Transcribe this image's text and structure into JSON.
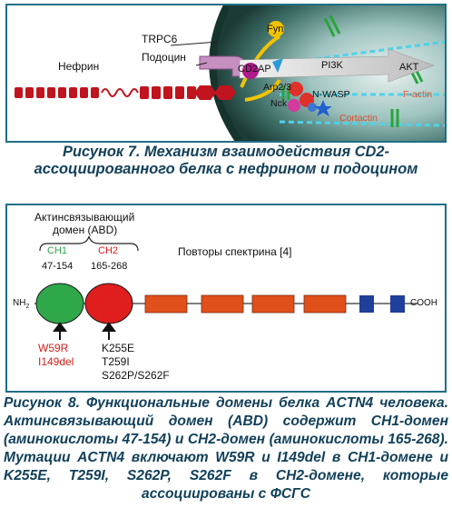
{
  "figure7": {
    "labels": {
      "trpc6": "TRPC6",
      "podocin": "Подоцин",
      "nephrin": "Нефрин",
      "fyn": "Fyn",
      "cd2ap": "CD2AP",
      "pi3k": "PI3K",
      "akt": "AKT",
      "arp23": "Arp2/3",
      "nck": "Nck",
      "nwasp": "N-WASP",
      "factin": "F-actin",
      "cortactin": "Cortactin"
    },
    "caption_line1": "Рисунок 7. Механизм взаимодействия CD2-",
    "caption_line2": "ассоциированного белка с нефрином и подоцином"
  },
  "figure8": {
    "abd_title_line1": "Актинсвязывающий",
    "abd_title_line2": "домен (ABD)",
    "ch1_label": "CH1",
    "ch2_label": "CH2",
    "ch1_range": "47-154",
    "ch2_range": "165-268",
    "spectrin_label": "Повторы спектрина [4]",
    "nh2_label": "NH",
    "nh2_sub": "2",
    "cooh_label": "COOH",
    "ch1_mutations": [
      "W59R",
      "I149del"
    ],
    "ch2_mutations": [
      "K255E",
      "T259I",
      "S262P/S262F"
    ],
    "caption": "Рисунок 8. Функциональные домены белка ACTN4 человека. Актинсвязывающий домен (ABD) содержит CH1-домен (аминокислоты 47-154) и CH2-домен (аминокислоты 165-268). Мутации ACTN4 включают W59R и I149del в CH1-домене и K255E, T259I, S262P, S262F в CH2-домене, которые ассоциированы с ФСГС"
  },
  "colors": {
    "frame": "#1f6f86",
    "caption_text": "#12405a",
    "ch1_green": "#2fa84a",
    "ch2_red": "#e01e1e",
    "spectrin_orange": "#e0501a",
    "blue_domain": "#1f3f9a",
    "nephrin_bead": "#c0141e"
  }
}
